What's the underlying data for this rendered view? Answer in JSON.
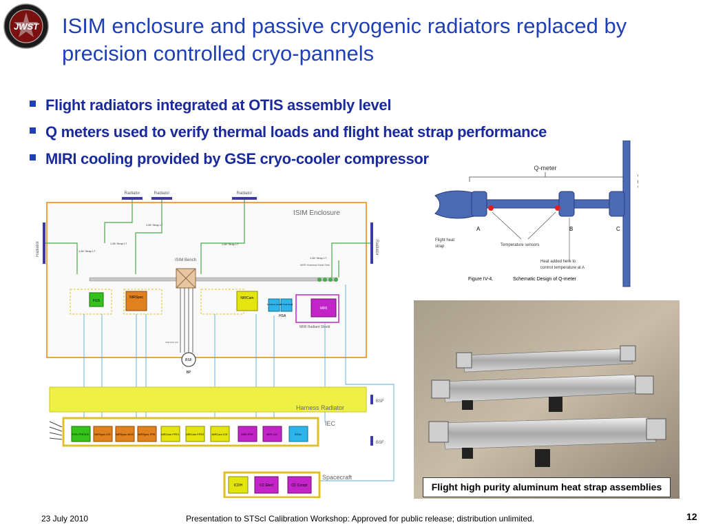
{
  "slide": {
    "title": "ISIM enclosure and passive cryogenic radiators replaced by precision controlled cryo-pannels",
    "logo_text": "JWST",
    "bullets": [
      "Flight radiators integrated at OTIS assembly level",
      "Q meters used to verify thermal loads and flight heat strap performance",
      "MIRI cooling provided by GSE cryo-cooler compressor"
    ]
  },
  "diagram": {
    "radiator_labels": [
      "Radiator",
      "Radiator",
      "Radiator",
      "Radiator",
      "Radiator"
    ],
    "enclosure_label": "ISIM Enclosure",
    "bench_label": "ISIM Bench",
    "strap_labels": [
      "1.6K Strap LT",
      "1.6K Strap LT",
      "1.6K Strap LT",
      "1.6K Strap LT",
      "1.6K Strap LT"
    ],
    "miri_harness_label": "MIRI Harness Heat Sink",
    "instruments": [
      "FGS",
      "NIRSpec",
      "NIRCam",
      "MIRI"
    ],
    "hsa_boxes": [
      "Inst Elect Head",
      "MI Cold Head"
    ],
    "hsa_label": "HSA",
    "miri_shield_label": "MIRI Radiant Shield",
    "isim_esp_label": "ISIM ESP 100",
    "bsf_label": "BSF",
    "bp_label": "BP",
    "harness_radiator_label": "Harness Radiator",
    "bsf_side_labels": [
      "BSF",
      "BSF"
    ],
    "iec_label": "IEC",
    "iec_boxes": [
      "FGS FPE/ICE",
      "NIRSpec ICE",
      "NIRSpec MCE",
      "NIRSpec FPE",
      "NIRCam FPE1",
      "NIRCam FPE2",
      "NIRCam ICE",
      "MIRI FPE",
      "MIRI ICE",
      "IRSU"
    ],
    "spacecraft_label": "Spacecraft",
    "spacecraft_boxes": [
      "ICDH",
      "CC Elect",
      "CC Compr"
    ]
  },
  "qmeter": {
    "title": "Q-meter",
    "coldplate": "Coldplate, plumbed with GHe",
    "point_labels": [
      "A",
      "B",
      "C"
    ],
    "flight_strap": "Flight heat strap",
    "temp_sensors": "Temperature sensors",
    "heat_note": "Heat added here to control temperature at A",
    "figure_label": "Figure IV-4.",
    "figure_caption": "Schematic Design of Q-meter"
  },
  "photo": {
    "caption": "Flight  high purity aluminum heat strap assemblies"
  },
  "footer": {
    "date": "23 July 2010",
    "text": "Presentation to STScI Calibration Workshop: Approved for public release; distribution unlimited.",
    "page": "12"
  },
  "colors": {
    "title": "#1f3fb5",
    "bullet_text": "#1a2a9c",
    "fgs": "#35c21a",
    "nirspec": "#e0801e",
    "nircam": "#e4e40f",
    "miri": "#c224c8",
    "irsu": "#2eb4ea",
    "harness": "#eef046",
    "enclosure_border": "#f0a23e"
  }
}
